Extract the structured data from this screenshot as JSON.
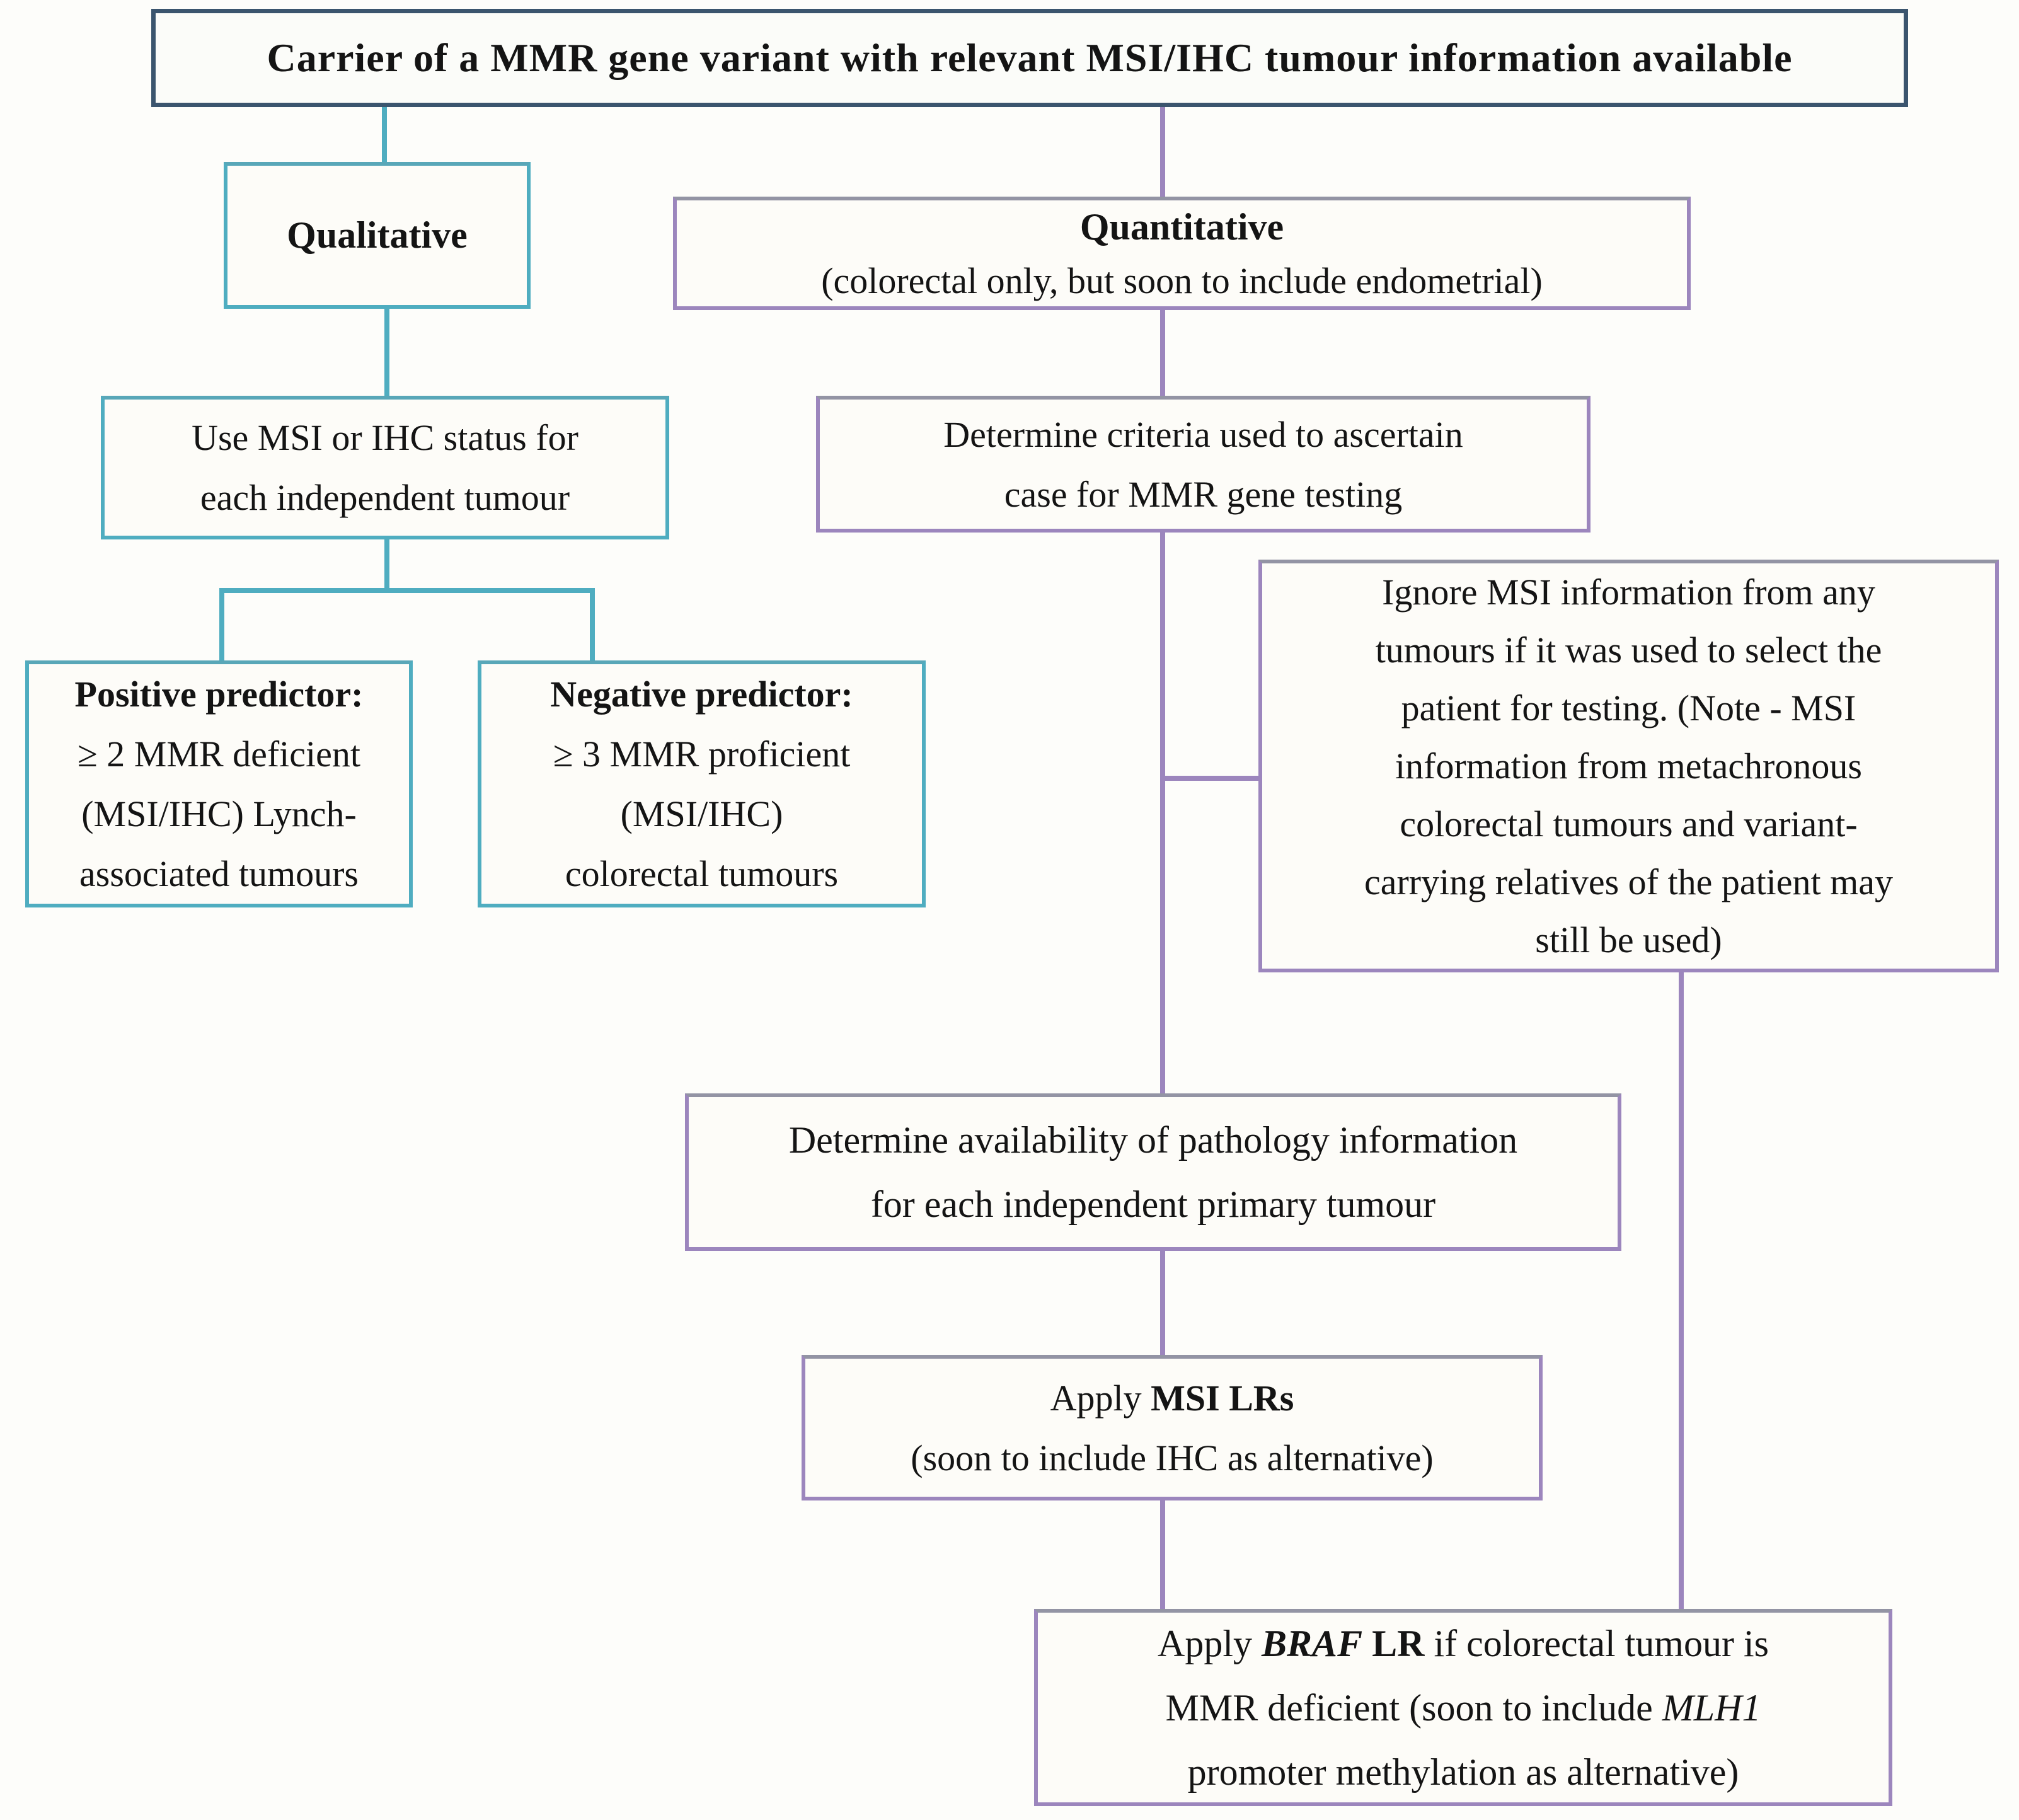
{
  "colors": {
    "navy_border": "#3b556e",
    "teal": "#4fadc0",
    "purple": "#9c86bd",
    "box_fill": "#fdfcf8",
    "text": "#141414"
  },
  "nodes": {
    "root": {
      "title": "Carrier of a MMR gene variant with relevant MSI/IHC tumour information available"
    },
    "qualitative": {
      "label": "Qualitative"
    },
    "quantitative": {
      "title": "Quantitative",
      "subtitle": "(colorectal only, but soon to include endometrial)"
    },
    "use_msi": {
      "line1": "Use MSI or IHC status for",
      "line2": "each independent tumour"
    },
    "positive": {
      "title": "Positive predictor:",
      "line2": "≥ 2 MMR deficient",
      "line3": "(MSI/IHC) Lynch-",
      "line4": "associated tumours"
    },
    "negative": {
      "title": "Negative predictor:",
      "line2": "≥ 3 MMR proficient",
      "line3": "(MSI/IHC)",
      "line4": "colorectal tumours"
    },
    "criteria": {
      "line1": "Determine criteria used to ascertain",
      "line2": "case for MMR gene testing"
    },
    "ignore": {
      "line1": "Ignore MSI information from any",
      "line2": "tumours if it was used to select the",
      "line3": "patient for testing. (Note - MSI",
      "line4": "information from metachronous",
      "line5": "colorectal tumours and variant-",
      "line6": "carrying relatives of the patient may",
      "line7": "still be used)"
    },
    "pathology": {
      "line1": "Determine availability of pathology information",
      "line2": "for each independent primary tumour"
    },
    "msi_lr": {
      "line1_pre": "Apply ",
      "line1_bold": "MSI LRs",
      "line2": "(soon to include IHC as alternative)"
    },
    "braf": {
      "line1_a": "Apply ",
      "line1_b": "BRAF",
      "line1_c": " LR",
      "line1_d": " if colorectal tumour is",
      "line2_a": "MMR deficient (soon to include ",
      "line2_b": "MLH1",
      "line3": "promoter methylation as alternative)"
    }
  }
}
